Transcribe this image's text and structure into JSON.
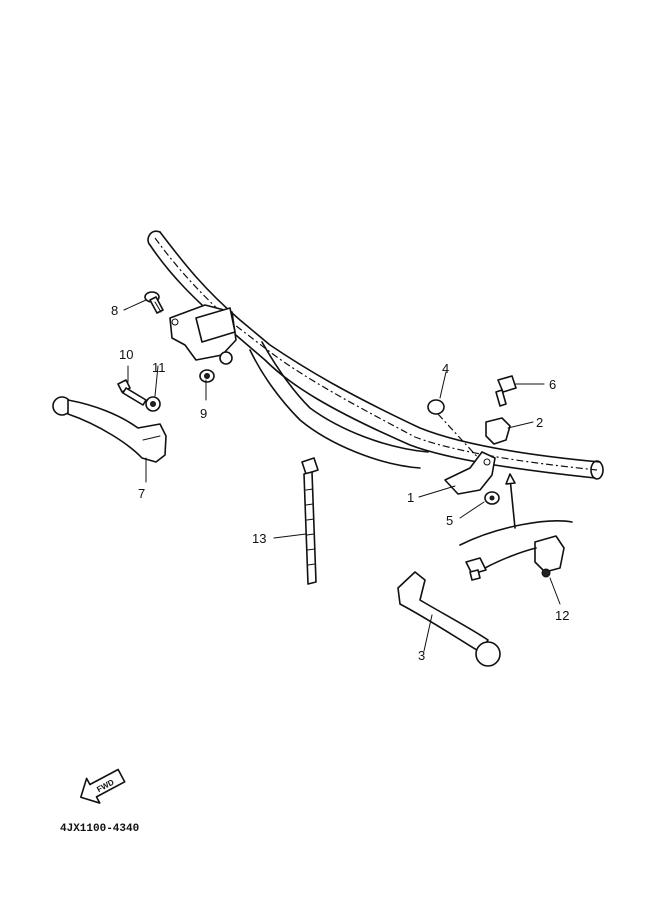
{
  "callouts": {
    "p1": "1",
    "p2": "2",
    "p3": "3",
    "p4": "4",
    "p5": "5",
    "p6": "6",
    "p7": "7",
    "p8": "8",
    "p9": "9",
    "p10": "10",
    "p11": "11",
    "p12": "12",
    "p13": "13"
  },
  "fwd_label": "FWD",
  "diagram_code": "4JX1100-4340"
}
